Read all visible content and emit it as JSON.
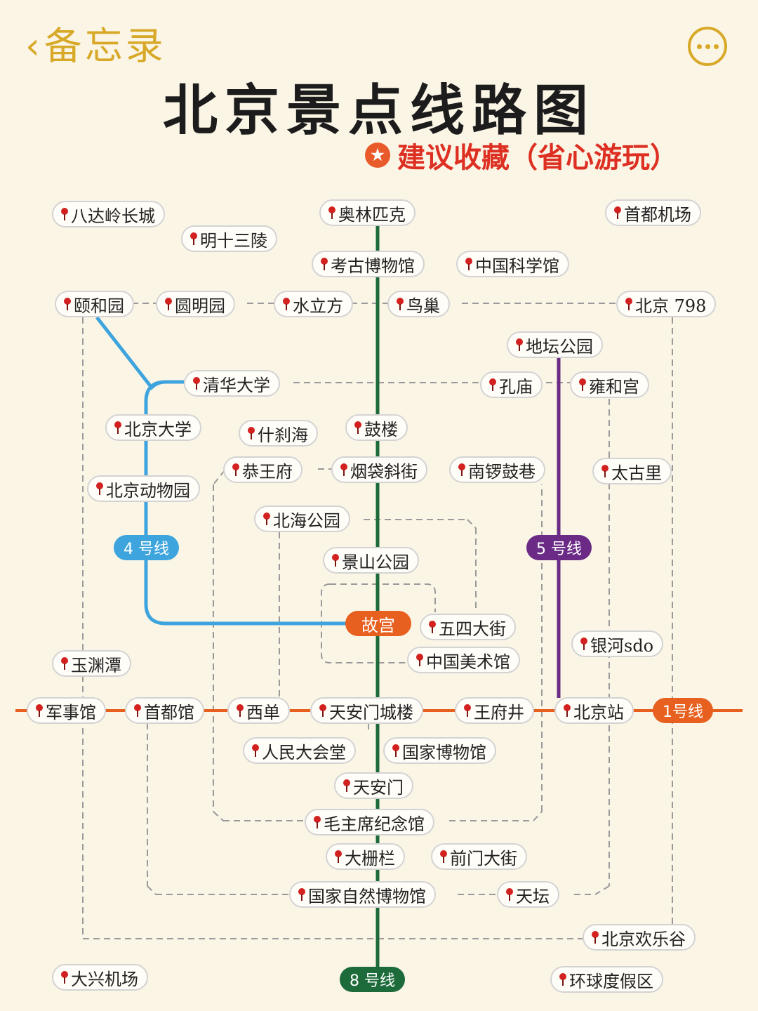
{
  "header": {
    "back_label": "备忘录",
    "back_icon": "chevron-left-icon",
    "more_icon": "more-horizontal-icon",
    "title": "北京景点线路图",
    "subtitle": "建议收藏（省心游玩）",
    "badge_icon": "star-icon",
    "accent_color": "#d8a928",
    "subtitle_color": "#dd2f22"
  },
  "lines": {
    "line1": {
      "label": "1号线",
      "color": "#e8601f"
    },
    "line4": {
      "label": "4 号线",
      "color": "#3ea4dd"
    },
    "line5": {
      "label": "5 号线",
      "color": "#6a2a86"
    },
    "line8": {
      "label": "8 号线",
      "color": "#1d6b3b"
    },
    "hub": {
      "label": "故宫",
      "color": "#e8601f"
    }
  },
  "stops": {
    "badaling": "八达岭长城",
    "mingshisanling": "明十三陵",
    "aolinpike": "奥林匹克",
    "shoudujichang": "首都机场",
    "kaogu": "考古博物馆",
    "kexueguan": "中国科学馆",
    "yiheyuan": "颐和园",
    "yuanmingyuan": "圆明园",
    "shuilifang": "水立方",
    "niaochao": "鸟巢",
    "b798": "北京 798",
    "ditan": "地坛公园",
    "qinghua": "清华大学",
    "kongmiao": "孔庙",
    "yonghegong": "雍和宫",
    "beida": "北京大学",
    "shichahai": "什刹海",
    "gulou": "鼓楼",
    "gongwangfu": "恭王府",
    "yandai": "烟袋斜街",
    "nanluo": "南锣鼓巷",
    "taikoo": "太古里",
    "dongwuyuan": "北京动物园",
    "beihai": "北海公园",
    "jingshan": "景山公园",
    "wusi": "五四大街",
    "yinhe": "银河sdo",
    "yuyuantan": "玉渊潭",
    "meishuguan": "中国美术馆",
    "junshiguan": "军事馆",
    "shoudubwg": "首都馆",
    "xidan": "西单",
    "tiananmencl": "天安门城楼",
    "wangfujing": "王府井",
    "beijingzhan": "北京站",
    "renmindahuitang": "人民大会堂",
    "guobo": "国家博物馆",
    "tiananmen": "天安门",
    "maojinian": "毛主席纪念馆",
    "dashilan": "大栅栏",
    "qianmen": "前门大街",
    "ziranbwg": "国家自然博物馆",
    "tiantan": "天坛",
    "huanlegu": "北京欢乐谷",
    "daxing": "大兴机场",
    "huanqiu": "环球度假区"
  }
}
